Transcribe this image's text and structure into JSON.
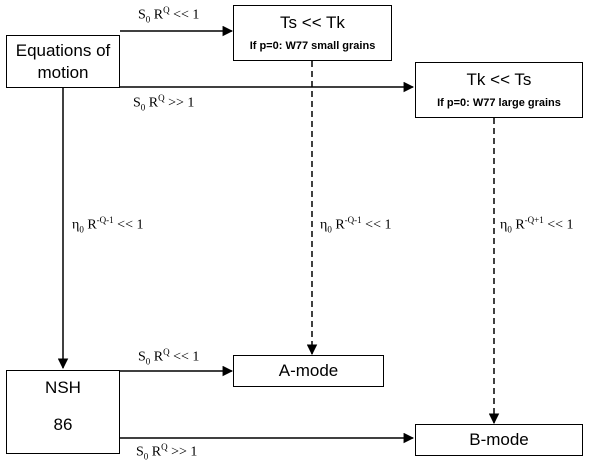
{
  "boxes": {
    "equations": "Equations of motion",
    "ts_tk": {
      "title": "Ts << Tk",
      "note": "If p=0: W77 small grains"
    },
    "tk_ts": {
      "title": "Tk << Ts",
      "note": "If p=0: W77 large grains"
    },
    "nsh_name": "NSH",
    "nsh_year": "86",
    "a_mode": "A-mode",
    "b_mode": "B-mode"
  },
  "labels": {
    "top_small": {
      "s": "S",
      "sub": "0",
      "r": " R",
      "sup": "Q",
      "rel": " << 1"
    },
    "top_large": {
      "s": "S",
      "sub": "0",
      "r": " R",
      "sup": "Q",
      "rel": " >> 1"
    },
    "eta_left": {
      "s": "η",
      "sub": "0",
      "r": " R",
      "sup": "-Q-1",
      "rel": " << 1"
    },
    "eta_mid": {
      "s": "η",
      "sub": "0",
      "r": " R",
      "sup": "-Q-1",
      "rel": " << 1"
    },
    "eta_right": {
      "s": "η",
      "sub": "0",
      "r": " R",
      "sup": "-Q+1",
      "rel": " << 1"
    },
    "bot_small": {
      "s": "S",
      "sub": "0",
      "r": " R",
      "sup": "Q",
      "rel": " << 1"
    },
    "bot_large": {
      "s": "S",
      "sub": "0",
      "r": " R",
      "sup": "Q",
      "rel": " >> 1"
    }
  }
}
